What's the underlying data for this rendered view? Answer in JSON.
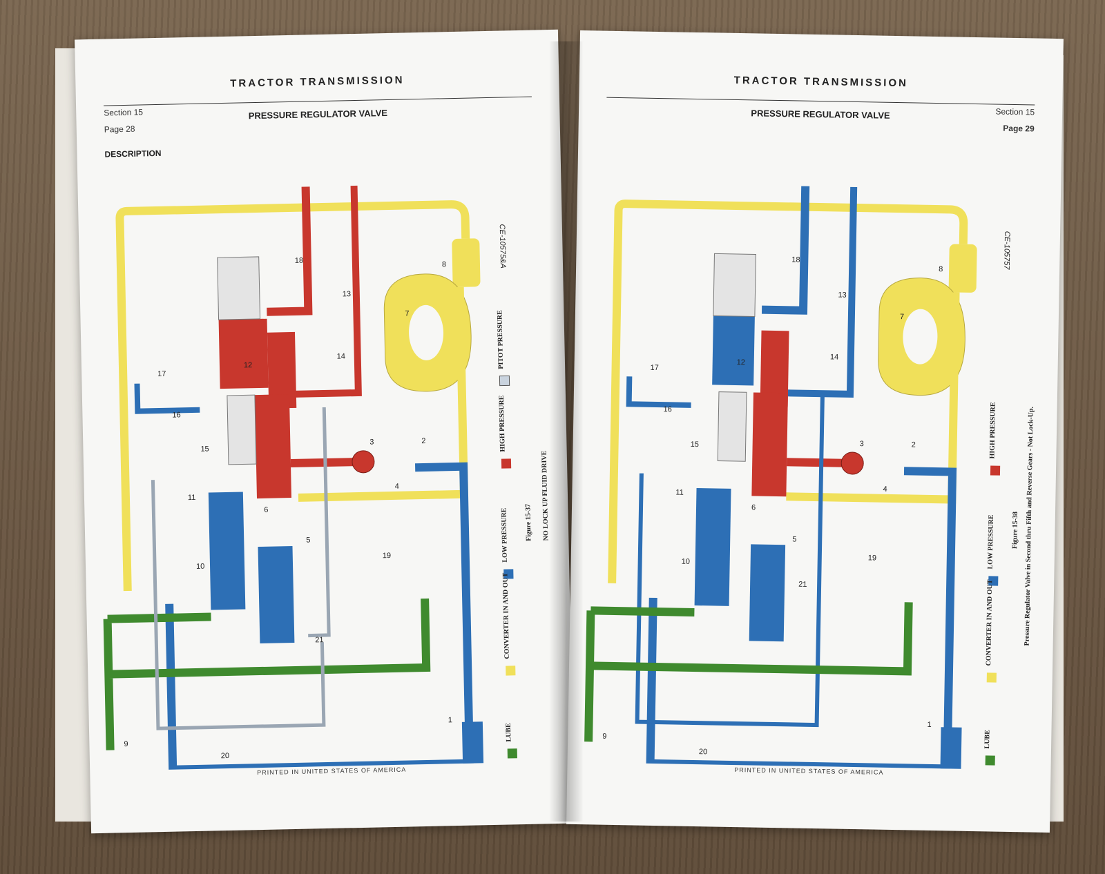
{
  "left_page": {
    "running_head": "TRACTOR TRANSMISSION",
    "section": "Section 15",
    "page": "Page 28",
    "subtitle": "PRESSURE REGULATOR VALVE",
    "heading": "DESCRIPTION",
    "ce_code": "CE-10575&A",
    "figure_label": "Figure 15-37",
    "mode_label": "NO LOCK UP FLUID DRIVE",
    "footer": "PRINTED IN UNITED STATES OF AMERICA"
  },
  "right_page": {
    "running_head": "TRACTOR TRANSMISSION",
    "section": "Section 15",
    "page": "Page 29",
    "subtitle": "PRESSURE REGULATOR VALVE",
    "ce_code": "CE-105757",
    "figure_label": "Figure 15-38",
    "figure_caption": "Pressure Regulator Valve in Second thru Fifth and Reverse Gears - Not Lock-Up.",
    "footer": "PRINTED IN UNITED STATES OF AMERICA"
  },
  "legend": {
    "high_pressure": "HIGH PRESSURE",
    "low_pressure": "LOW PRESSURE",
    "pitot_pressure": "PITOT PRESSURE",
    "converter": "CONVERTER IN AND OUT",
    "lube": "LUBE"
  },
  "callouts": [
    "18",
    "13",
    "14",
    "12",
    "17",
    "16",
    "15",
    "3",
    "2",
    "4",
    "11",
    "6",
    "5",
    "10",
    "21",
    "19",
    "20",
    "9",
    "1",
    "7",
    "8"
  ],
  "colors": {
    "high": "#c8372d",
    "low": "#2d6fb5",
    "pitot": "#c9d3de",
    "converter": "#f0e05a",
    "lube": "#3f8a2e"
  }
}
